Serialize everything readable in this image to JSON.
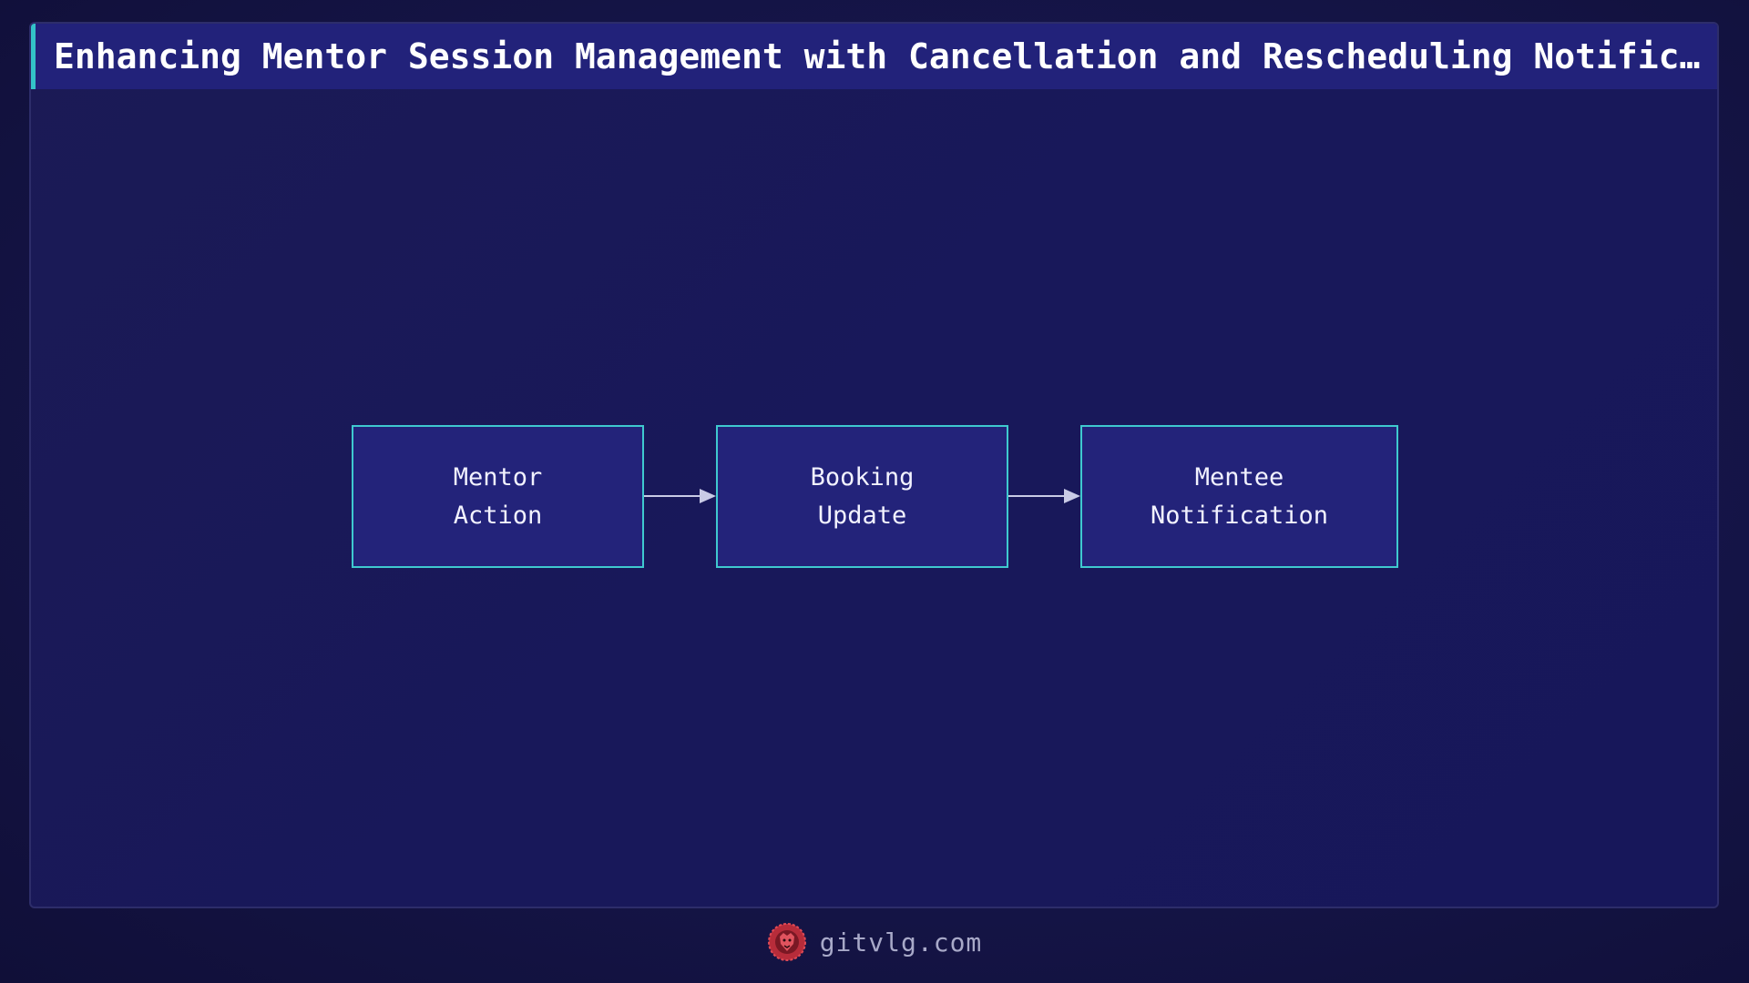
{
  "title": "Enhancing Mentor Session Management with Cancellation and Rescheduling Notifications",
  "diagram": {
    "nodes": [
      {
        "id": "mentor-action",
        "label": "Mentor\nAction"
      },
      {
        "id": "booking-update",
        "label": "Booking\nUpdate"
      },
      {
        "id": "mentee-notification",
        "label": "Mentee\nNotification"
      }
    ],
    "edges": [
      {
        "from": "mentor-action",
        "to": "booking-update"
      },
      {
        "from": "booking-update",
        "to": "mentee-notification"
      }
    ]
  },
  "footer": {
    "site": "gitvlg.com",
    "logo_icon": "lion-logo-icon"
  },
  "colors": {
    "background": "#16164b",
    "title_bar": "#22227a",
    "accent": "#33c3c8",
    "node_fill": "#23237a",
    "node_border": "#3fc9cf",
    "logo": "#c8323c"
  }
}
